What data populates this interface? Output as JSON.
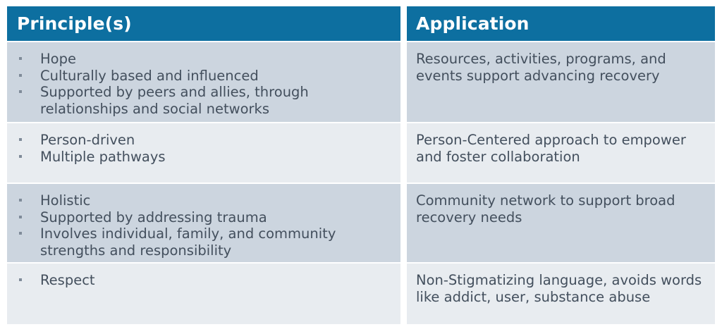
{
  "table": {
    "headers": {
      "principles": "Principle(s)",
      "application": "Application"
    },
    "colors": {
      "header_background": "#0d6fa0",
      "header_text": "#ffffff",
      "row_shade_dark": "#ccd5df",
      "row_shade_light": "#e8ecf0",
      "body_text": "#434f5d",
      "bullet": "#7f8b99",
      "page_background": "#ffffff"
    },
    "rows": [
      {
        "shade": "dark",
        "principles": [
          "Hope",
          "Culturally based and influenced",
          "Supported by peers and allies, through relationships and social networks"
        ],
        "application": "Resources, activities, programs, and events support advancing recovery"
      },
      {
        "shade": "light",
        "principles": [
          "Person-driven",
          "Multiple pathways"
        ],
        "application": "Person-Centered approach to empower and foster collaboration"
      },
      {
        "shade": "dark",
        "principles": [
          "Holistic",
          "Supported by addressing trauma",
          "Involves individual, family, and community strengths and responsibility"
        ],
        "application": "Community network to support broad recovery needs"
      },
      {
        "shade": "light",
        "principles": [
          "Respect"
        ],
        "application": "Non-Stigmatizing language, avoids words like addict, user, substance abuse"
      }
    ]
  }
}
